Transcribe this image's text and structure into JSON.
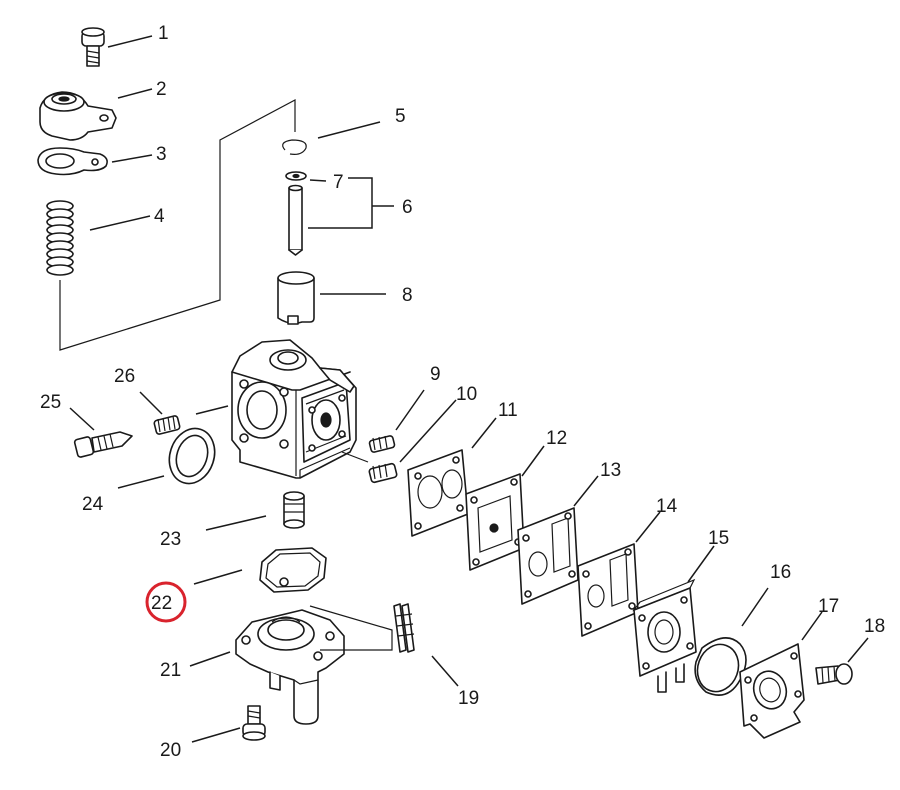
{
  "highlight_color": "#d9232d",
  "line_color": "#1a1a1a",
  "callouts": {
    "c1": "1",
    "c2": "2",
    "c3": "3",
    "c4": "4",
    "c5": "5",
    "c6": "6",
    "c7": "7",
    "c8": "8",
    "c9": "9",
    "c10": "10",
    "c11": "11",
    "c12": "12",
    "c13": "13",
    "c14": "14",
    "c15": "15",
    "c16": "16",
    "c17": "17",
    "c18": "18",
    "c19": "19",
    "c20": "20",
    "c21": "21",
    "c22": "22",
    "c23": "23",
    "c24": "24",
    "c25": "25",
    "c26": "26"
  },
  "highlighted_callout": "22"
}
